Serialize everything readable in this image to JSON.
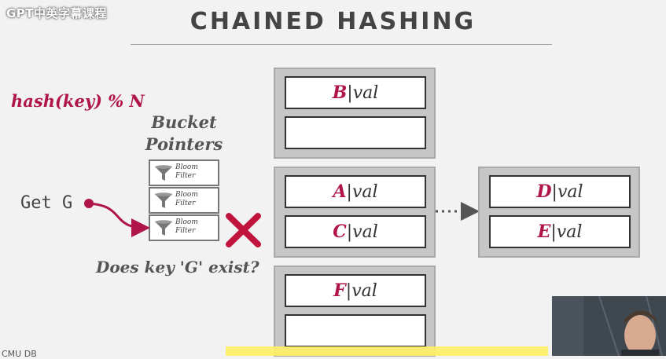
{
  "watermark": "GPT中英字幕课程",
  "title": "CHAINED HASHING",
  "hash_function": "hash(key) % N",
  "bucket_pointers_label_line1": "Bucket",
  "bucket_pointers_label_line2": "Pointers",
  "bloom_filter_line1": "Bloom",
  "bloom_filter_line2": "Filter",
  "get_command": "Get G",
  "question": "Does key 'G' exist?",
  "footer_left": "CMU DB",
  "colors": {
    "accent": "#b0154a",
    "cross": "#c0143c",
    "bucket_bg": "#c6c6c6"
  },
  "buckets": [
    {
      "slots": [
        {
          "key": "B",
          "sep": "|",
          "val": "val"
        },
        {
          "key": "",
          "sep": "",
          "val": ""
        }
      ]
    },
    {
      "slots": [
        {
          "key": "A",
          "sep": "|",
          "val": "val"
        },
        {
          "key": "C",
          "sep": "|",
          "val": "val"
        }
      ]
    },
    {
      "slots": [
        {
          "key": "F",
          "sep": "|",
          "val": "val"
        },
        {
          "key": "",
          "sep": "",
          "val": ""
        }
      ]
    }
  ],
  "overflow_bucket": {
    "slots": [
      {
        "key": "D",
        "sep": "|",
        "val": "val"
      },
      {
        "key": "E",
        "sep": "|",
        "val": "val"
      }
    ]
  }
}
